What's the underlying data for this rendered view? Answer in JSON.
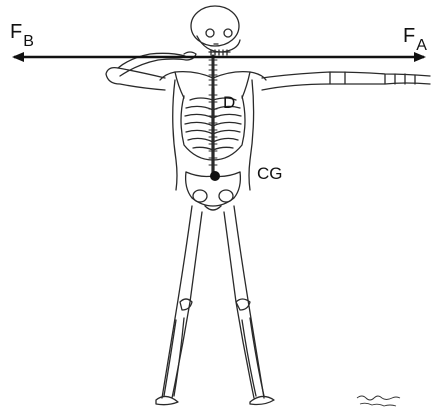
{
  "labels": {
    "force_b_letter": "F",
    "force_b_sub": "B",
    "force_a_letter": "F",
    "force_a_sub": "A",
    "point_d": "D",
    "center_gravity": "CG"
  },
  "colors": {
    "ink": "#111111",
    "bone": "#2a2a2a",
    "background": "#ffffff"
  },
  "icons": {
    "force_arrow": "double-headed-arrow",
    "figure": "skeleton-figure",
    "signature": "artist-signature"
  }
}
